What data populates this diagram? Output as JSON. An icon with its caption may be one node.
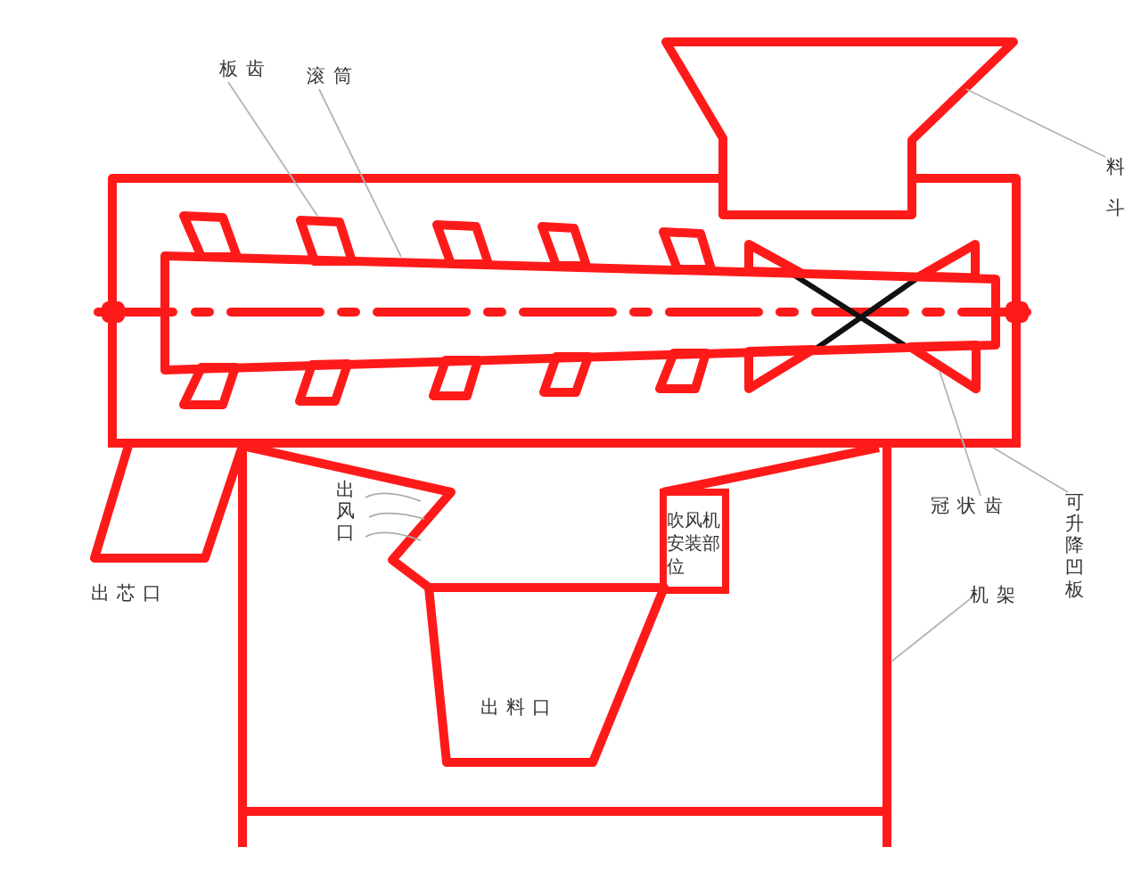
{
  "diagram": {
    "nodes": [
      {
        "text": [
          "板齿"
        ]
      },
      {
        "text": [
          "滚筒"
        ]
      },
      {
        "text": [],
        "shape": "funnel"
      },
      {
        "text": [
          "料斗"
        ]
      },
      {
        "text": [],
        "shape": "parallelogram"
      },
      {
        "text": [],
        "shape": "box"
      },
      {
        "text": [],
        "shape": "triangle"
      },
      {
        "text": [],
        "shape": "bar"
      },
      {
        "text": [
          "冠状齿"
        ]
      },
      {
        "text": [
          "可升降凹板"
        ]
      },
      {
        "text": [
          "吹风机安装部位"
        ]
      },
      {
        "text": [
          "机架"
        ]
      },
      {
        "text": [],
        "shape": "bar"
      },
      {
        "text": [
          "出料口"
        ]
      }
    ],
    "edges": [
      {
        "from": 0,
        "to": 4,
        "arrow": "none"
      },
      {
        "from": 1,
        "to": 5,
        "arrow": "none"
      },
      {
        "from": 3,
        "to": 2,
        "arrow": "none"
      },
      {
        "from": 8,
        "to": 6,
        "arrow": "none"
      },
      {
        "from": 9,
        "to": 7,
        "arrow": "none"
      },
      {
        "from": 11,
        "to": 12,
        "arrow": "none"
      }
    ],
    "labels": [
      "出风口",
      "出芯口"
    ]
  }
}
